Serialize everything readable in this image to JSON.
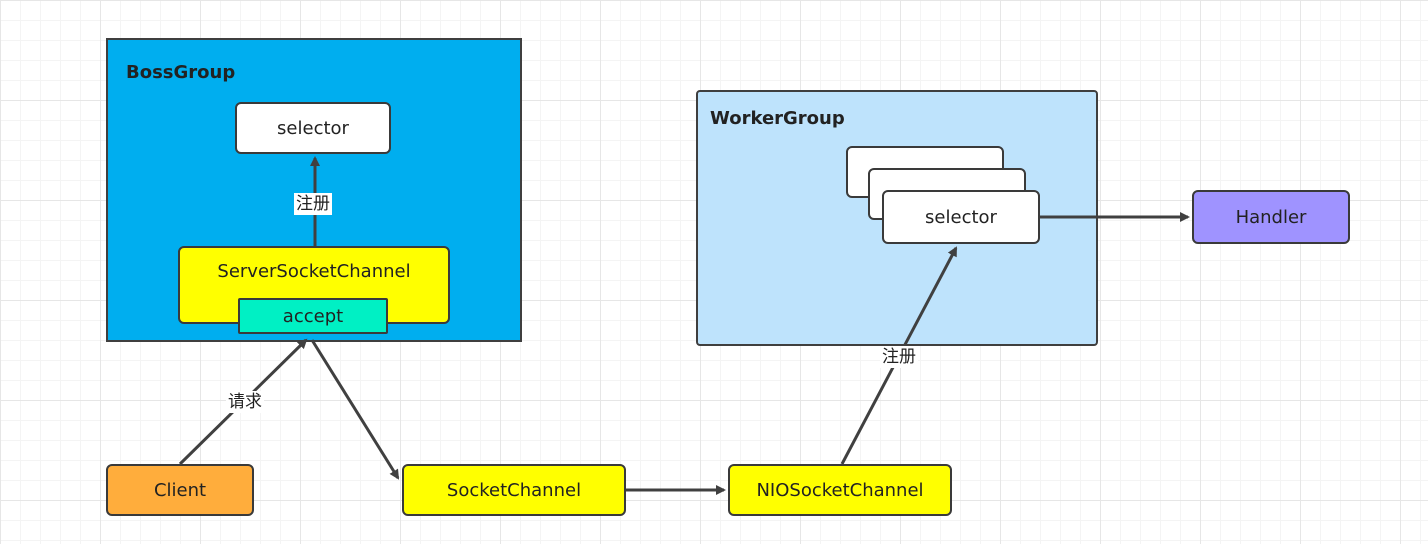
{
  "groups": {
    "boss": {
      "title": "BossGroup",
      "fill": "#00aeef"
    },
    "worker": {
      "title": "WorkerGroup",
      "fill": "#bee3fc"
    }
  },
  "nodes": {
    "boss_selector": "selector",
    "server_socket_channel": "ServerSocketChannel",
    "accept": "accept",
    "client": "Client",
    "socket_channel": "SocketChannel",
    "nio_socket_channel": "NIOSocketChannel",
    "worker_selector": "selector",
    "handler": "Handler"
  },
  "edge_labels": {
    "register_boss": "注册",
    "request": "请求",
    "register_worker": "注册"
  },
  "colors": {
    "yellow": "#ffff00",
    "accept": "#00f0c4",
    "client": "#ffad3c",
    "handler": "#9f93ff",
    "white": "#ffffff",
    "edge": "#404040"
  }
}
